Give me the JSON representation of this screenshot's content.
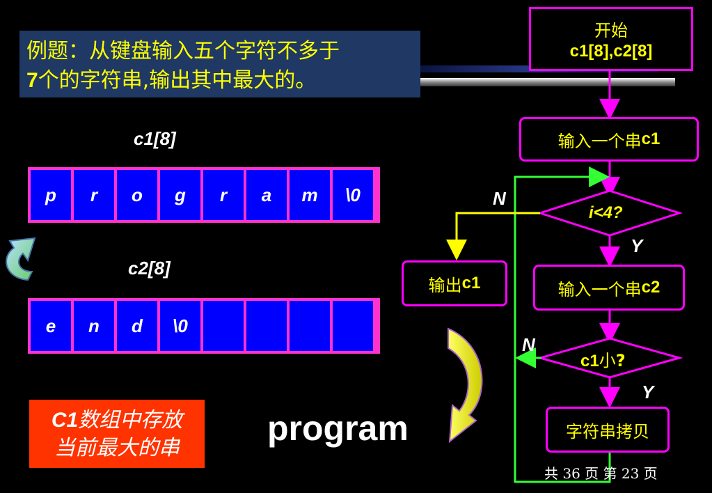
{
  "title": {
    "line1": "例题：从键盘输入五个字符不多于",
    "line2_num": "7",
    "line2_text": "个的字符串,输出其中最大的。"
  },
  "arrays": {
    "c1_label": "c1[8]",
    "c1_cells": [
      "p",
      "r",
      "o",
      "g",
      "r",
      "a",
      "m",
      "\\0"
    ],
    "c2_label": "c2[8]",
    "c2_cells": [
      "e",
      "n",
      "d",
      "\\0",
      "",
      "",
      "",
      ""
    ]
  },
  "note": {
    "prefix": "C1",
    "line1_rest": "数组中存放",
    "line2": "当前最大的串"
  },
  "result_word": "program",
  "flowchart": {
    "start_text": "开始",
    "start_decl": "c1[8],c2[8]",
    "input_c1_text": "输入一个串",
    "input_c1_var": "c1",
    "cond1": "i<4?",
    "output_text": "输出",
    "output_var": "c1",
    "input_c2_text": "输入一个串",
    "input_c2_var": "c2",
    "cond2_var": "c1",
    "cond2_text": "小",
    "cond2_q": "?",
    "copy_text": "字符串拷贝",
    "label_n1": "N",
    "label_y1": "Y",
    "label_n2": "N",
    "label_y2": "Y"
  },
  "pager": {
    "text": "共 36 页 第 23 页"
  },
  "colors": {
    "accent_magenta": "#ff00ff",
    "arrow_green": "#33ff33",
    "arrow_yellow": "#ffff00",
    "cell_blue": "#0000ff"
  }
}
